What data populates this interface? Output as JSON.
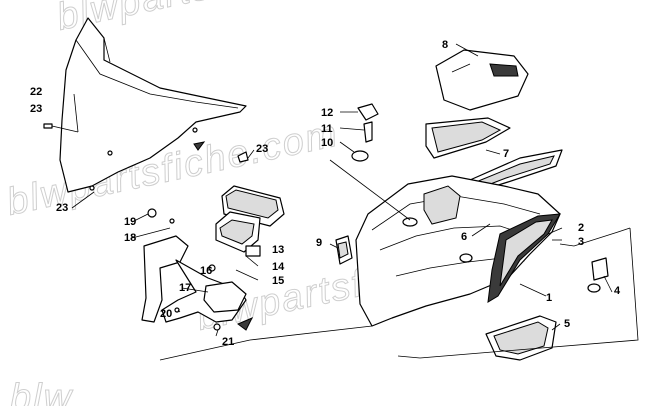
{
  "watermark": {
    "top": "blwpartsfiche.com",
    "middle": "blwpartsfiche.com",
    "bottom": "blw"
  },
  "callouts": {
    "c1": "1",
    "c2": "2",
    "c3": "3",
    "c4": "4",
    "c5": "5",
    "c6": "6",
    "c7": "7",
    "c8": "8",
    "c9": "9",
    "c10": "10",
    "c11": "11",
    "c12": "12",
    "c13": "13",
    "c14": "14",
    "c15": "15",
    "c16": "16",
    "c17": "17",
    "c18": "18",
    "c19": "19",
    "c20": "20",
    "c21": "21",
    "c22": "22",
    "c23a": "23",
    "c23b": "23",
    "c23c": "23"
  },
  "colors": {
    "line": "#000000",
    "shade": "#dcdcdc",
    "dark": "#3a3a3a",
    "watermark": "#cfcfcf"
  }
}
